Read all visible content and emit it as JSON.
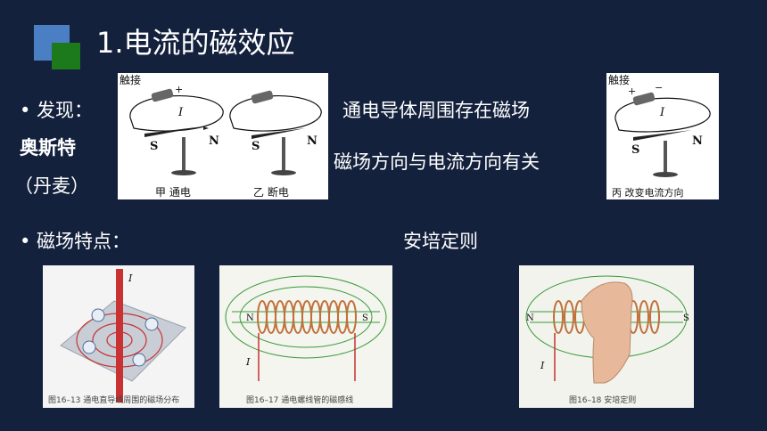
{
  "slide": {
    "title": "1.电流的磁效应",
    "bullet_discovery": "• 发现：",
    "person": "奥斯特",
    "country": "（丹麦）",
    "statement_1": "通电导体周围存在磁场",
    "statement_2": "磁场方向与电流方向有关",
    "bullet_features": "• 磁场特点：",
    "ampere_rule": "安培定则"
  },
  "experiment_1": {
    "touch_label": "触接",
    "current_label": "I",
    "south_label": "S",
    "north_label": "N",
    "caption_a": "甲 通电",
    "caption_b": "乙 断电",
    "plus_sign": "+"
  },
  "experiment_2": {
    "touch_label": "触接",
    "current_label": "I",
    "south_label": "S",
    "north_label": "N",
    "caption": "丙 改变电流方向",
    "plus_sign": "+",
    "minus_sign": "−"
  },
  "figures": {
    "fig_13": {
      "caption": "图16–13 通电直导线周围的磁场分布",
      "current_label": "I"
    },
    "fig_17": {
      "caption": "图16–17 通电螺线管的磁感线",
      "n_label": "N",
      "s_label": "S",
      "current_label": "I"
    },
    "fig_18": {
      "caption": "图16–18 安培定则",
      "n_label": "N",
      "s_label": "S",
      "current_label": "I"
    }
  },
  "colors": {
    "background": "#14213d",
    "logo_blue": "#4a7fc4",
    "logo_green": "#1c7a1c",
    "field_green": "#3a9a3a",
    "coil_copper": "#c0703a",
    "wire_red": "#c83232"
  }
}
